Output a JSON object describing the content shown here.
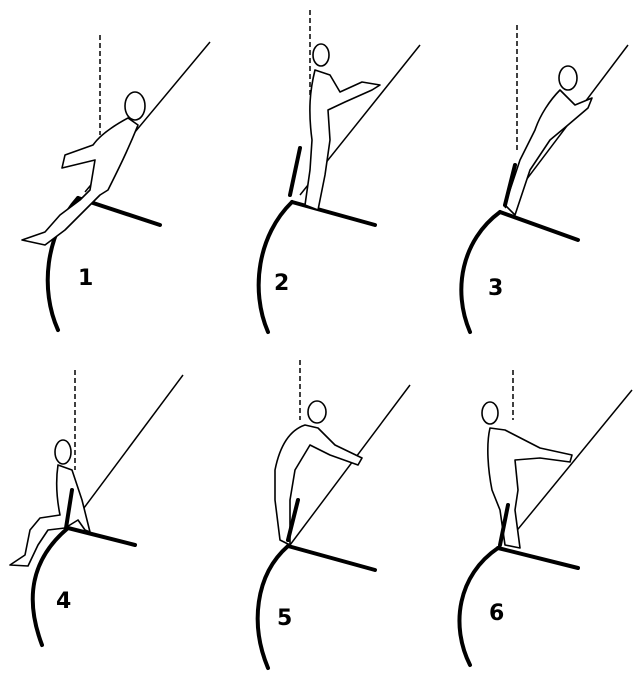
{
  "panels": [
    {
      "label": "1"
    },
    {
      "label": "2"
    },
    {
      "label": "3"
    },
    {
      "label": "4"
    },
    {
      "label": "5"
    },
    {
      "label": "6"
    }
  ],
  "colors": {
    "ink": "#000000",
    "background": "#ffffff"
  }
}
